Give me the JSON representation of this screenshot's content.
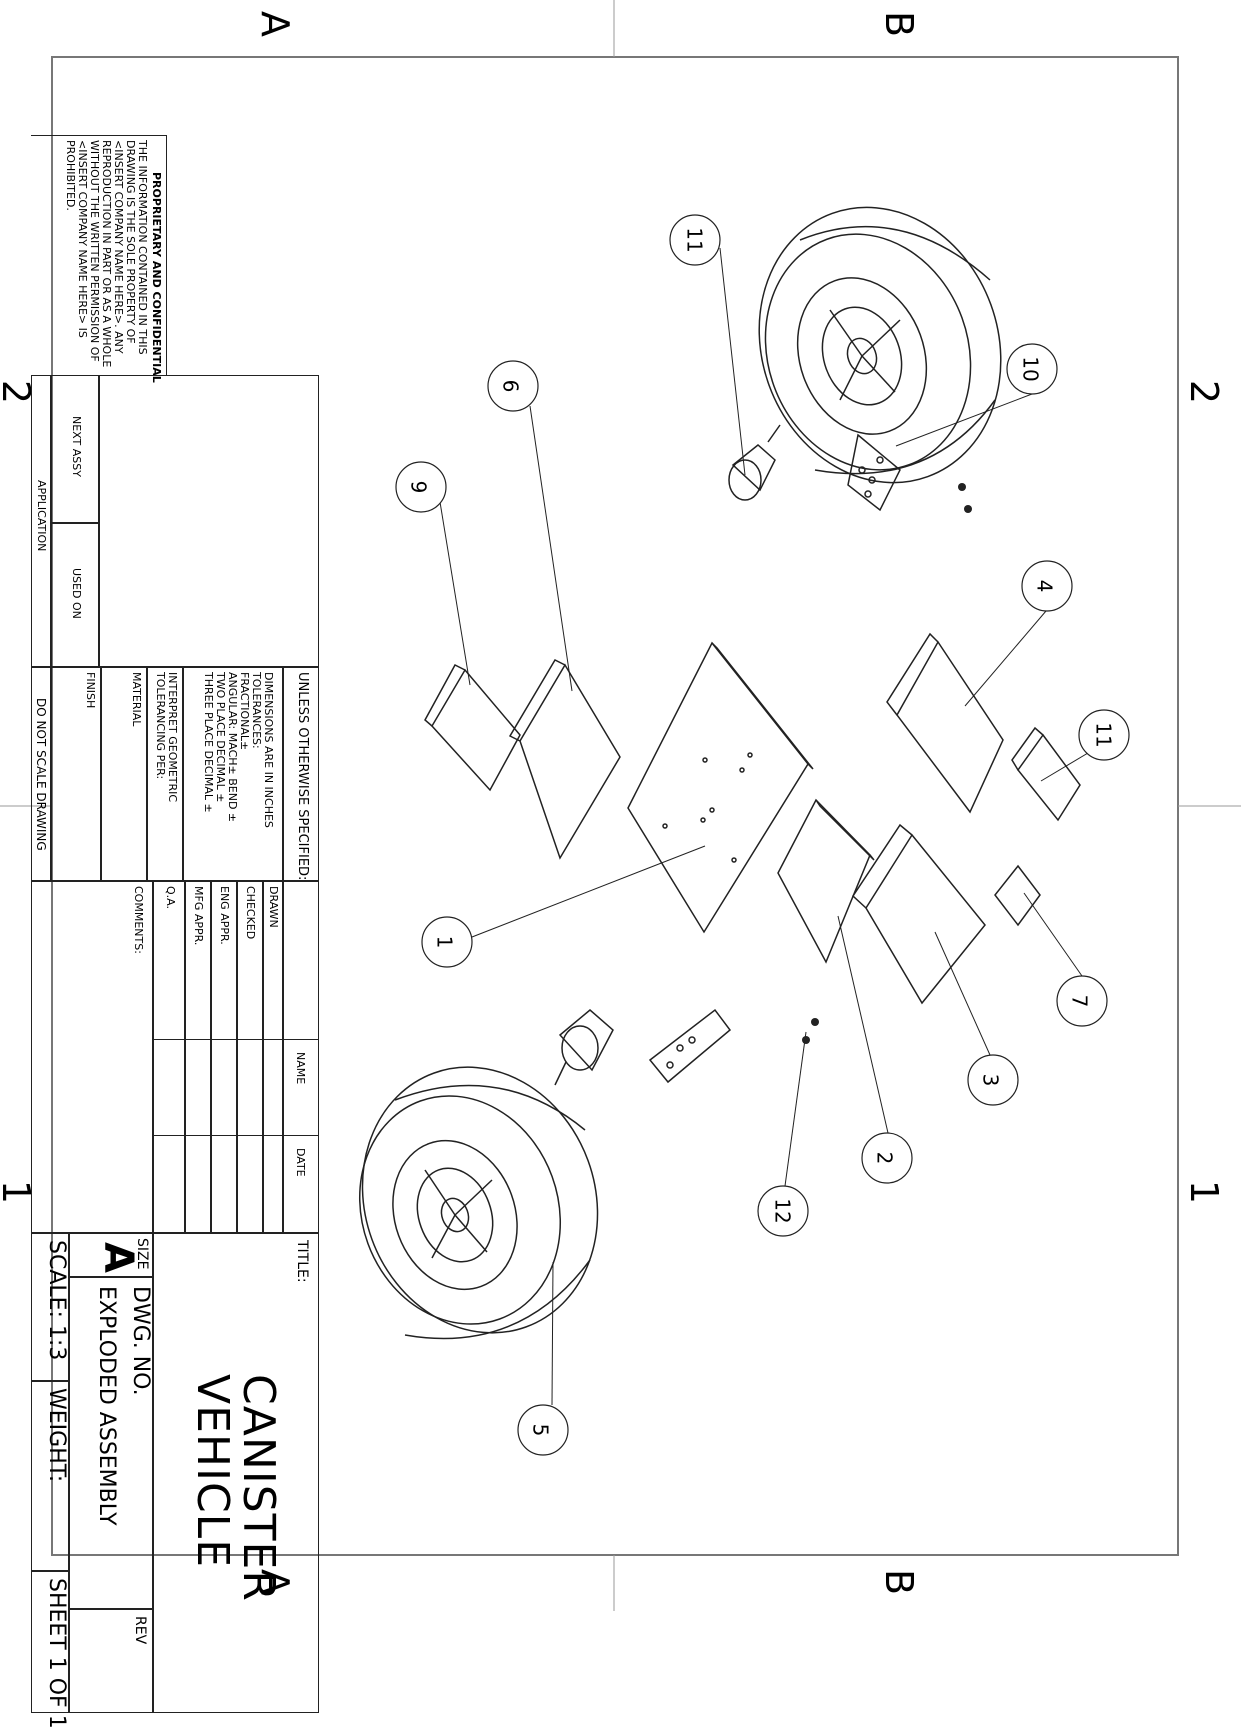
{
  "zones": {
    "top_left": "A",
    "top_right": "B",
    "bottom_left": "A",
    "bottom_right": "B",
    "left_upper": "2",
    "left_lower": "1",
    "right_upper": "2",
    "right_lower": "1"
  },
  "balloons": [
    "1",
    "2",
    "3",
    "4",
    "5",
    "6",
    "7",
    "9",
    "10",
    "11",
    "11",
    "12"
  ],
  "title_block": {
    "proprietary_heading": "PROPRIETARY AND CONFIDENTIAL",
    "proprietary_lines": [
      "THE INFORMATION CONTAINED IN THIS",
      "DRAWING IS THE SOLE PROPERTY OF",
      "<INSERT COMPANY NAME HERE>. ANY",
      "REPRODUCTION IN PART OR AS A WHOLE",
      "WITHOUT THE WRITTEN PERMISSION OF",
      "<INSERT COMPANY NAME HERE> IS",
      "PROHIBITED."
    ],
    "next_assy": "NEXT ASSY",
    "used_on": "USED ON",
    "application": "APPLICATION",
    "unless": "UNLESS OTHERWISE SPECIFIED:",
    "dims_lines": [
      "DIMENSIONS ARE IN INCHES",
      "TOLERANCES:",
      "FRACTIONAL±",
      "ANGULAR: MACH±    BEND ±",
      "TWO PLACE DECIMAL    ±",
      "THREE PLACE DECIMAL  ±"
    ],
    "interpret": "INTERPRET GEOMETRIC",
    "tolerancing": "TOLERANCING PER:",
    "material": "MATERIAL",
    "finish": "FINISH",
    "do_not_scale": "DO NOT SCALE DRAWING",
    "name_col": "NAME",
    "date_col": "DATE",
    "rows": [
      "DRAWN",
      "CHECKED",
      "ENG APPR.",
      "MFG APPR.",
      "Q.A.",
      "COMMENTS:"
    ],
    "title_label": "TITLE:",
    "title_line1": "CANISTER",
    "title_line2": "VEHICLE",
    "size_label": "SIZE",
    "size_value": "A",
    "dwg_no_label": "DWG. NO.",
    "dwg_no_value": "EXPLODED ASSEMBLY",
    "rev_label": "REV",
    "scale": "SCALE: 1:3",
    "weight": "WEIGHT:",
    "sheet": "SHEET 1 OF 1"
  }
}
